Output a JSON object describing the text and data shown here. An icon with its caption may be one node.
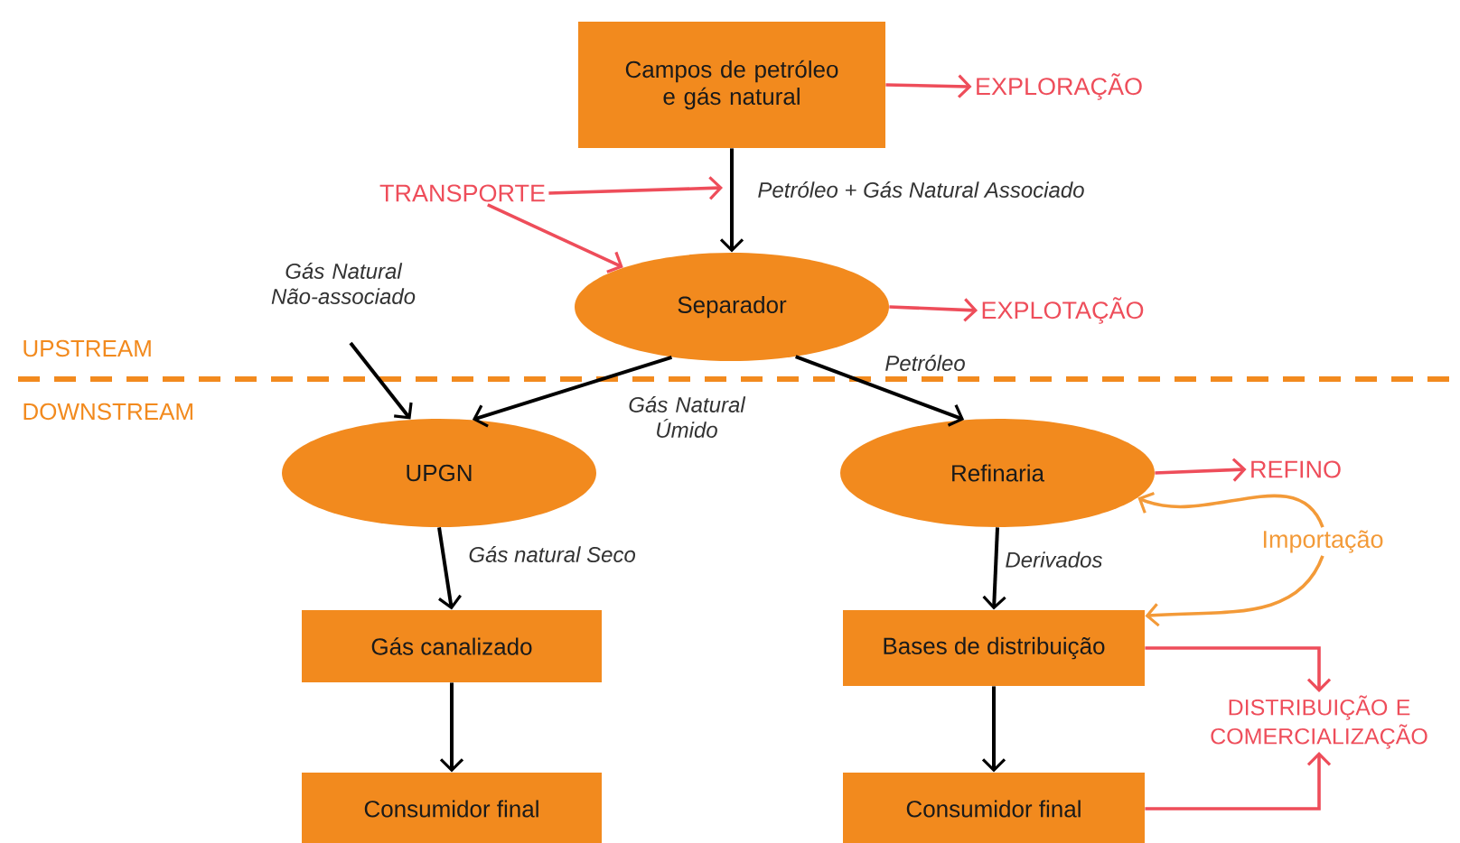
{
  "diagram": {
    "nodes": [
      {
        "text": [
          "Campos de petróleo e gás natural"
        ]
      },
      {
        "text": [
          "Separador"
        ]
      },
      {
        "text": [
          "UPGN"
        ]
      },
      {
        "text": [
          "Refinaria"
        ]
      },
      {
        "text": [
          "Gás canalizado"
        ]
      },
      {
        "text": [
          "Consumidor final"
        ]
      },
      {
        "text": [
          "Bases de distribuição"
        ]
      },
      {
        "text": [
          "Consumidor final"
        ]
      },
      {
        "text": [
          "EXPLORAÇÃO"
        ]
      },
      {
        "text": [
          "TRANSPORTE"
        ]
      },
      {
        "text": [
          "EXPLOTAÇÃO"
        ]
      },
      {
        "text": [
          "REFINO"
        ]
      },
      {
        "text": [
          "Importação"
        ]
      },
      {
        "text": [
          "DISTRIBUIÇÃO E COMERCIALIZAÇÃO"
        ]
      }
    ],
    "edges": [
      {
        "from": 0,
        "to": 1,
        "arrow": "to",
        "label": "Petróleo + Gás Natural Associado"
      },
      {
        "from": 1,
        "to": 2,
        "arrow": "to",
        "label": "Gás Natural Úmido"
      },
      {
        "from": 1,
        "to": 3,
        "arrow": "to",
        "label": "Petróleo"
      },
      {
        "from": null,
        "to": 2,
        "arrow": "to",
        "label": "Gás Natural Não-associado"
      },
      {
        "from": 2,
        "to": 4,
        "arrow": "to",
        "label": "Gás natural Seco"
      },
      {
        "from": 4,
        "to": 5,
        "arrow": "to"
      },
      {
        "from": 3,
        "to": 6,
        "arrow": "to",
        "label": "Derivados"
      },
      {
        "from": 6,
        "to": 7,
        "arrow": "to"
      },
      {
        "from": 0,
        "to": 8,
        "arrow": "to",
        "color": "#ee4d5a"
      },
      {
        "from": 9,
        "to": null,
        "arrow": "to",
        "color": "#ee4d5a"
      },
      {
        "from": 9,
        "to": 1,
        "arrow": "to",
        "color": "#ee4d5a"
      },
      {
        "from": 1,
        "to": 10,
        "arrow": "to",
        "color": "#ee4d5a"
      },
      {
        "from": 3,
        "to": 11,
        "arrow": "to",
        "color": "#ee4d5a"
      },
      {
        "from": 12,
        "to": 3,
        "arrow": "to",
        "color": "#f39a38"
      },
      {
        "from": 12,
        "to": 6,
        "arrow": "to",
        "color": "#f39a38"
      },
      {
        "from": 6,
        "to": 13,
        "arrow": "to",
        "color": "#ee4d5a"
      },
      {
        "from": 7,
        "to": 13,
        "arrow": "to",
        "color": "#ee4d5a"
      }
    ],
    "labels": [
      "UPSTREAM",
      "DOWNSTREAM"
    ]
  }
}
